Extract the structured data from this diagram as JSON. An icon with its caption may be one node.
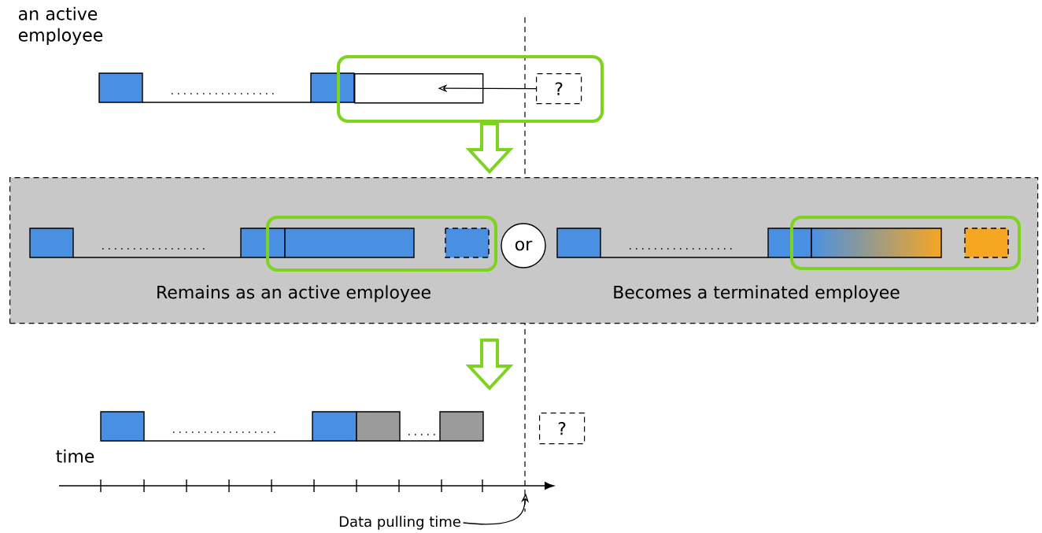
{
  "diagram": {
    "nodes": [
      {
        "text": [],
        "shape": "box"
      },
      {
        "text": [],
        "shape": "bar",
        "in": 0
      },
      {
        "text": [
          "?"
        ],
        "in": 0
      },
      {
        "text": [
          "Remains as an active employee",
          "Becomes a terminated employee"
        ]
      },
      {
        "text": [
          "or"
        ],
        "in": 3
      },
      {
        "text": [
          "?"
        ]
      },
      {
        "text": [
          "Data pulling time"
        ]
      },
      {
        "text": [],
        "shape": "axis"
      }
    ],
    "edges": [
      {
        "from": 2,
        "to": 1,
        "arrow": "to"
      },
      {
        "from": 0,
        "to": 3,
        "arrow": "to",
        "style": "thick",
        "color": "#7ed321"
      },
      {
        "from": 3,
        "to": null,
        "arrow": "to",
        "style": "thick",
        "color": "#7ed321"
      },
      {
        "from": 6,
        "to": 7,
        "arrow": "to"
      }
    ],
    "labels": [
      "an active employee",
      "time"
    ]
  }
}
